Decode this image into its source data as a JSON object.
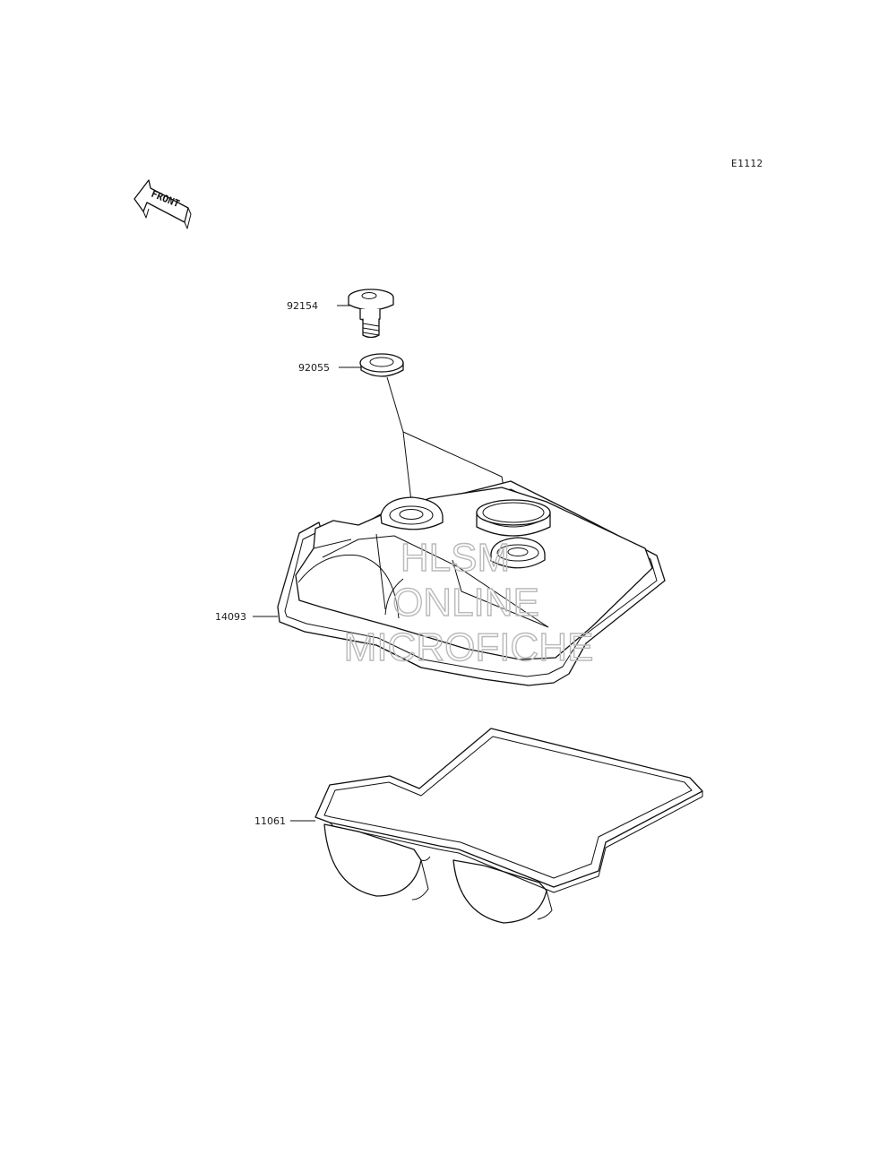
{
  "diagram_code": "E1112",
  "front_label": "FRONT",
  "parts": [
    {
      "number": "92154"
    },
    {
      "number": "92055"
    },
    {
      "number": "14093"
    },
    {
      "number": "11061"
    }
  ],
  "watermark": {
    "line1": "HLSM",
    "line2": "ONLINE",
    "line3": "MICROFICHE"
  }
}
